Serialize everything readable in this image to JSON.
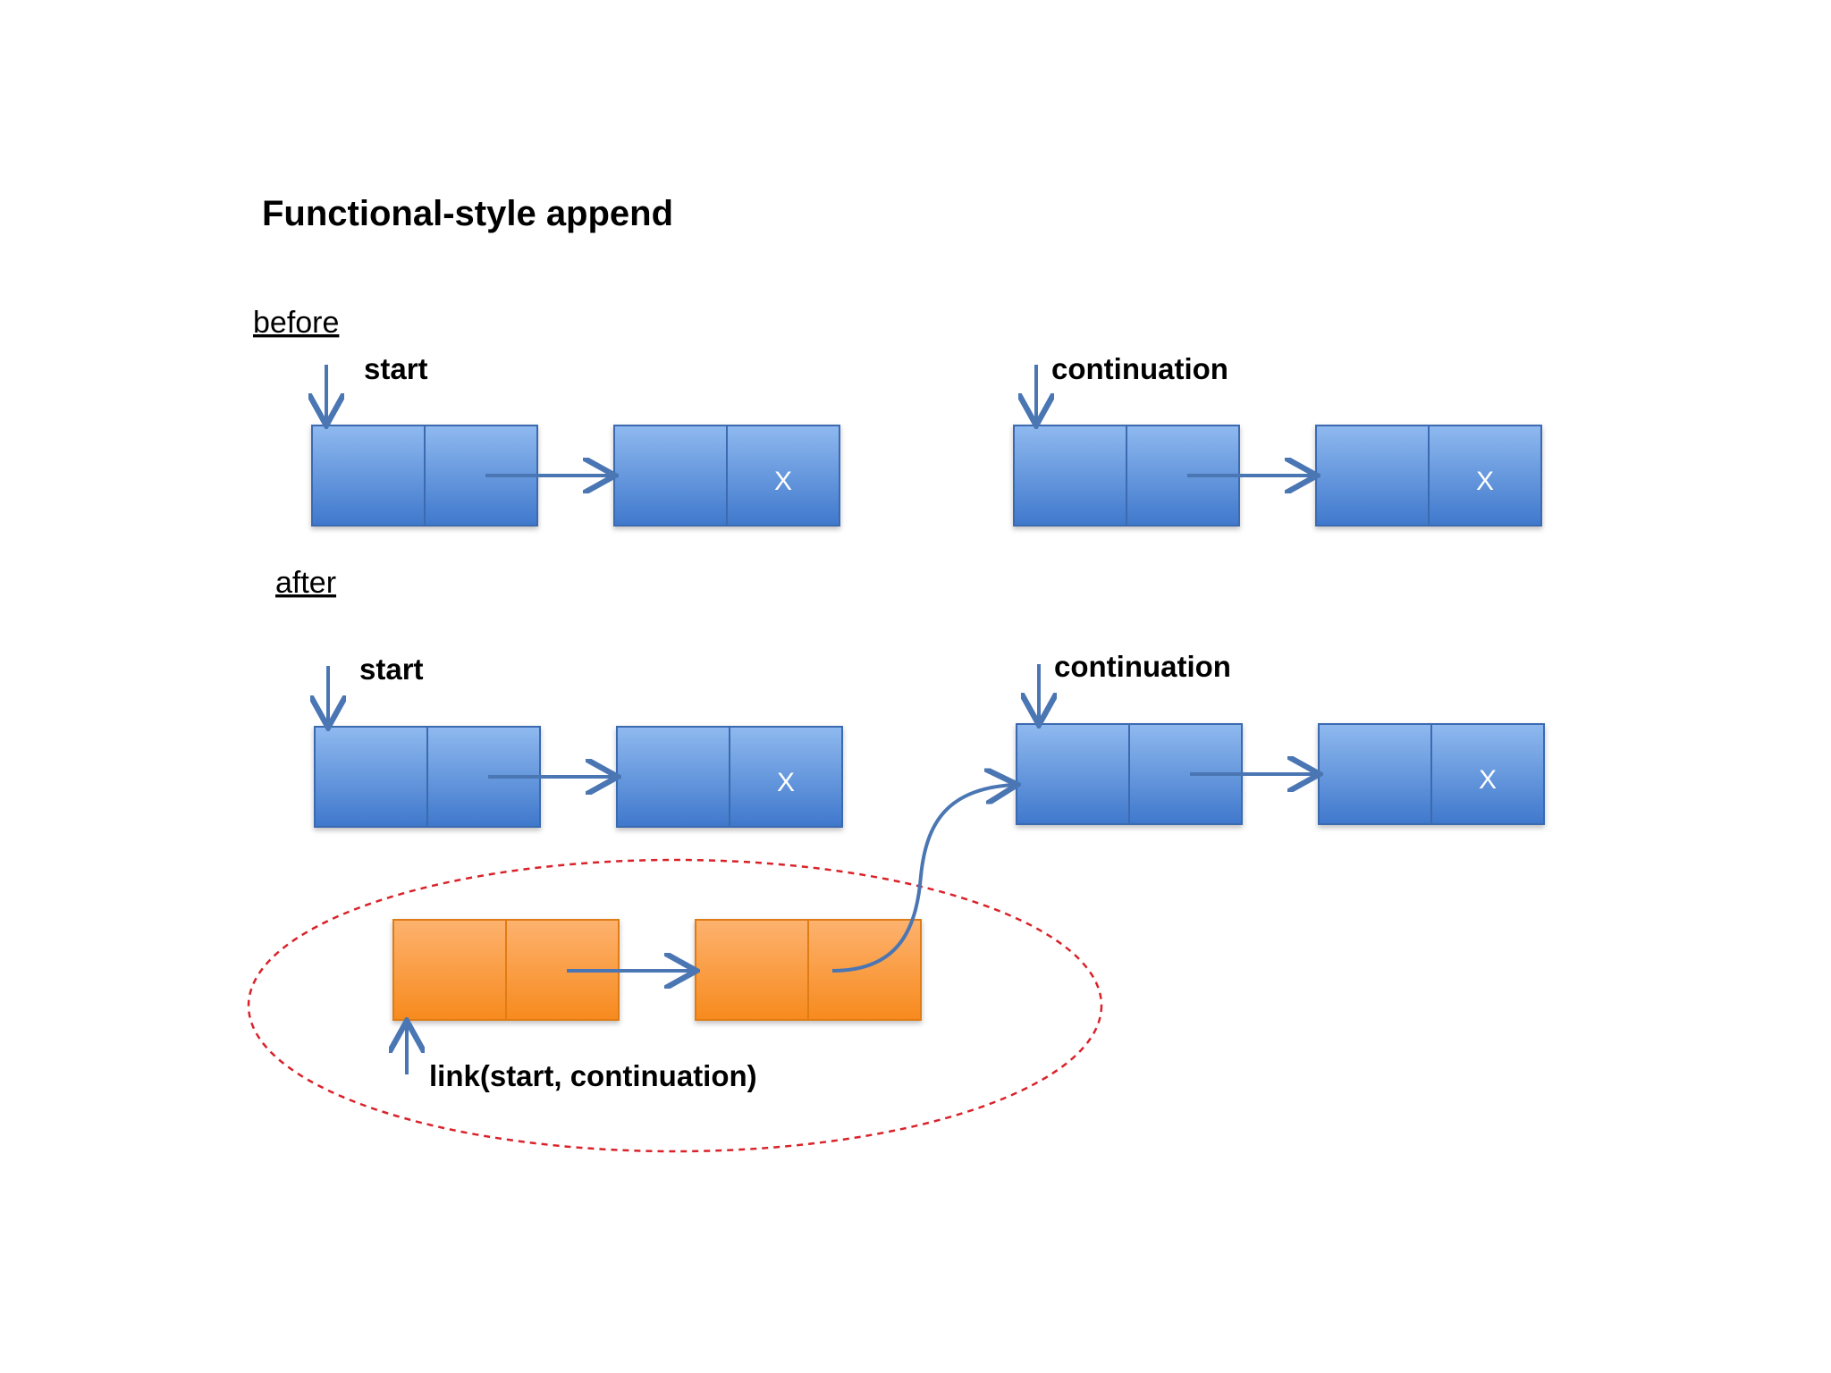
{
  "title": "Functional-style append",
  "sections": {
    "before": "before",
    "after": "after"
  },
  "labels": {
    "before_start": "start",
    "before_continuation": "continuation",
    "after_start": "start",
    "after_continuation": "continuation",
    "link_call": "link(start, continuation)"
  },
  "null_marker": "X",
  "colors": {
    "list_node": "#4f86d1",
    "copied_node": "#f79530",
    "pointer": "#4a76b3",
    "new_list_outline": "#d9222a"
  }
}
